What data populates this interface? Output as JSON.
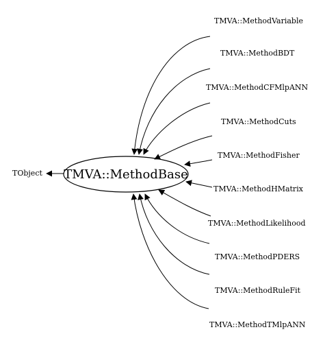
{
  "diagram": {
    "base_class": "TObject",
    "main_class": "TMVA::MethodBase",
    "derived_classes": [
      "TMVA::MethodVariable",
      "TMVA::MethodBDT",
      "TMVA::MethodCFMlpANN",
      "TMVA::MethodCuts",
      "TMVA::MethodFisher",
      "TMVA::MethodHMatrix",
      "TMVA::MethodLikelihood",
      "TMVA::MethodPDERS",
      "TMVA::MethodRuleFit",
      "TMVA::MethodTMlpANN"
    ]
  }
}
